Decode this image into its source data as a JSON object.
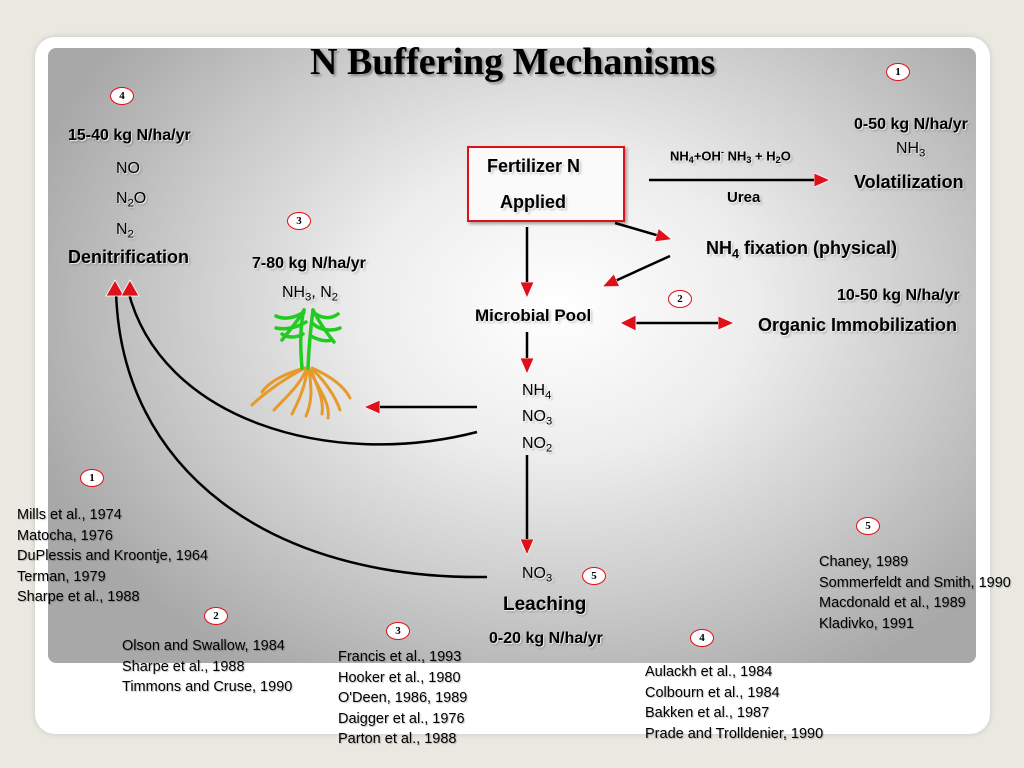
{
  "title": "N Buffering Mechanisms",
  "fertilizer": {
    "line1": "Fertilizer N",
    "line2": "Applied"
  },
  "volatilization": {
    "badge": "1",
    "rate": "0-50 kg N/ha/yr",
    "species": "NH",
    "species_sub": "3",
    "label": "Volatilization",
    "arrow_label": "Urea",
    "reaction": {
      "a": "NH",
      "a_sub": "4",
      "b": "+OH",
      "b_sup": "-",
      "c": "  NH",
      "c_sub": "3",
      "d": " + H",
      "d_sub": "2",
      "e": "O"
    }
  },
  "fixation": {
    "label": "NH",
    "label_sub": "4",
    "label_rest": " fixation (physical)"
  },
  "immobilization": {
    "badge": "2",
    "rate": "10-50 kg N/ha/yr",
    "label": "Organic Immobilization"
  },
  "microbial_pool": "Microbial Pool",
  "plant": {
    "badge": "3",
    "rate": "7-80 kg N/ha/yr",
    "species_a": "NH",
    "species_a_sub": "3",
    "species_b": ", N",
    "species_b_sub": "2"
  },
  "denitrification": {
    "badge": "4",
    "rate": "15-40 kg N/ha/yr",
    "label": "Denitrification",
    "species": [
      {
        "base": "NO",
        "sub": "",
        "rest": ""
      },
      {
        "base": "N",
        "sub": "2",
        "rest": "O"
      },
      {
        "base": "N",
        "sub": "2",
        "rest": ""
      }
    ]
  },
  "soil_n": [
    {
      "base": "NH",
      "sub": "4"
    },
    {
      "base": "NO",
      "sub": "3"
    },
    {
      "base": "NO",
      "sub": "2"
    }
  ],
  "leaching": {
    "badge": "5",
    "species": "NO",
    "species_sub": "3",
    "label": "Leaching",
    "rate": "0-20 kg N/ha/yr"
  },
  "references": [
    {
      "badge": "1",
      "items": [
        "Mills et al., 1974",
        "Matocha, 1976",
        "DuPlessis and Kroontje, 1964",
        "Terman, 1979",
        "Sharpe et al., 1988"
      ]
    },
    {
      "badge": "2",
      "items": [
        "Olson and Swallow, 1984",
        "Sharpe et al., 1988",
        "Timmons and Cruse, 1990"
      ]
    },
    {
      "badge": "3",
      "items": [
        "Francis et al., 1993",
        "Hooker et al., 1980",
        "O'Deen, 1986, 1989",
        "Daigger et al., 1976",
        "Parton et al., 1988"
      ]
    },
    {
      "badge": "4",
      "items": [
        "Aulackh et al., 1984",
        "Colbourn et al., 1984",
        "Bakken et al., 1987",
        "Prade and Trolldenier, 1990"
      ]
    },
    {
      "badge": "5",
      "items": [
        "Chaney, 1989",
        "Sommerfeldt and Smith, 1990",
        "Macdonald et al., 1989",
        "Kladivko, 1991"
      ]
    }
  ],
  "colors": {
    "accent_red": "#e0101a",
    "plant_green": "#22dd22",
    "root_orange": "#e69a2a",
    "arrow": "#000000"
  }
}
